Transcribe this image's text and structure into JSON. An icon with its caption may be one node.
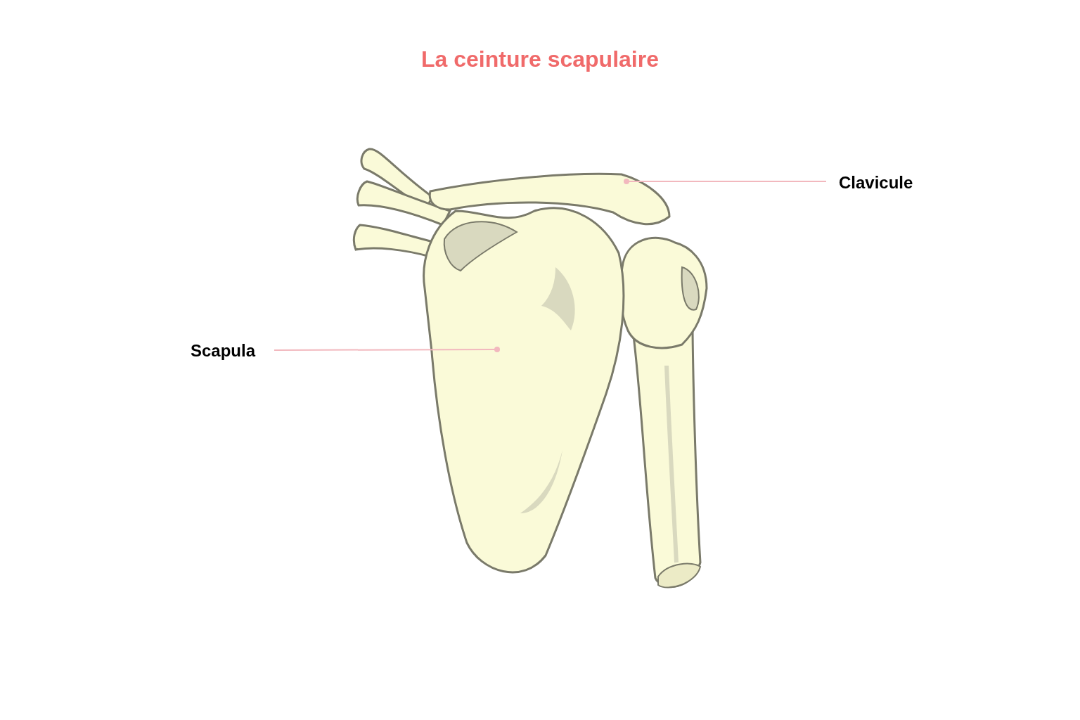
{
  "diagram": {
    "title": "La ceinture scapulaire",
    "nodes": [
      {
        "text": [
          "Clavicule"
        ]
      },
      {
        "text": [],
        "shape": "picture"
      },
      {
        "text": [
          "Scapula"
        ]
      },
      {
        "text": [],
        "shape": "picture"
      }
    ],
    "edges": [
      {
        "from": 0,
        "to": 1,
        "arrow": "other"
      },
      {
        "from": 2,
        "to": 3,
        "arrow": "other"
      }
    ]
  }
}
